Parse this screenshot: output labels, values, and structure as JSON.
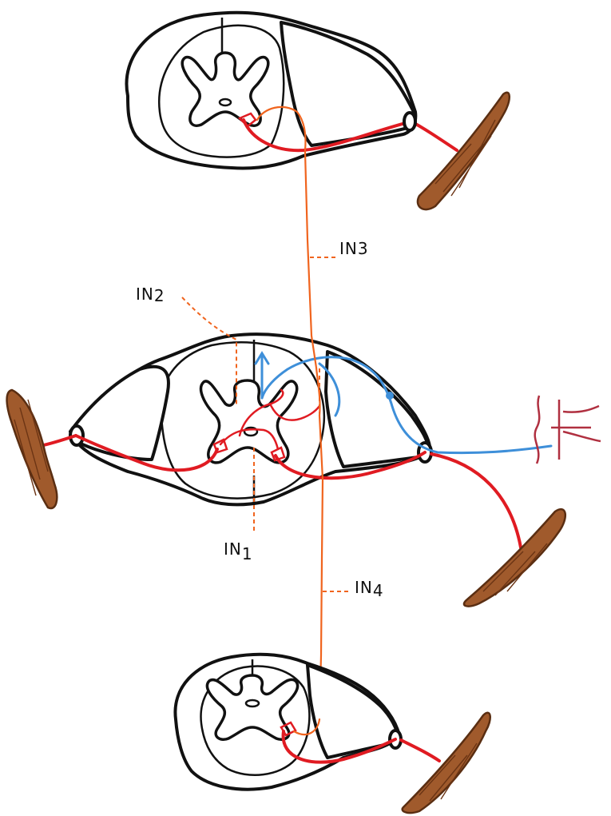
{
  "labels": {
    "in1": {
      "main": "IN",
      "sub": "1"
    },
    "in2": {
      "main": "IN",
      "sub": "2"
    },
    "in3": {
      "main": "IN",
      "sub": "3"
    },
    "in4": {
      "main": "IN",
      "sub": "4"
    }
  },
  "colors": {
    "motor_neuron": "#e01b22",
    "interneuron": "#f0641e",
    "sensory_afferent": "#3e8fd9",
    "muscle": "#a05a2c",
    "outline": "#111111"
  }
}
